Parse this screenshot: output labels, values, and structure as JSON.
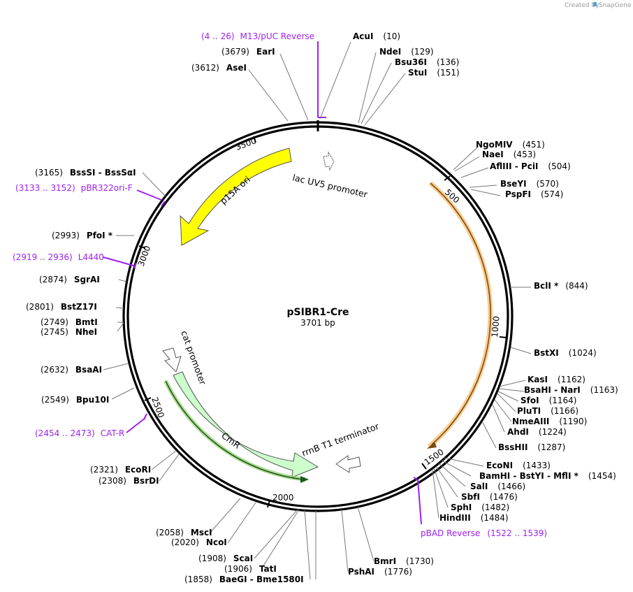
{
  "credit": {
    "prefix": "Created by",
    "brand": "SnapGene"
  },
  "plasmid": {
    "name": "pSIBR1-Cre",
    "length_label": "3701 bp"
  },
  "ticks": [
    "500",
    "1000",
    "1500",
    "2000",
    "2500",
    "3000",
    "3500"
  ],
  "features": {
    "p15a": "p15A ori",
    "lac_promoter": "lac UV5 promoter",
    "cat_promoter": "cat promoter",
    "cmr": "CmR",
    "rrnb": "rrnB T1 terminator"
  },
  "primers": [
    {
      "pos": "(4 .. 26)",
      "name": "M13/pUC Reverse"
    },
    {
      "pos": "(3133 .. 3152)",
      "name": "pBR322ori-F"
    },
    {
      "pos": "(2919 .. 2936)",
      "name": "L4440"
    },
    {
      "pos": "(2454 .. 2473)",
      "name": "CAT-R"
    },
    {
      "pos": "(1522 .. 1539)",
      "name": "pBAD Reverse"
    }
  ],
  "enzymes_right": [
    {
      "name": "AcuI",
      "pos": "(10)"
    },
    {
      "name": "NdeI",
      "pos": "(129)"
    },
    {
      "name": "Bsu36I",
      "pos": "(136)"
    },
    {
      "name": "StuI",
      "pos": "(151)"
    },
    {
      "name": "NgoMIV",
      "pos": "(451)"
    },
    {
      "name": "NaeI",
      "pos": "(453)"
    },
    {
      "name": "AflIII  - PciI",
      "pos": "(504)"
    },
    {
      "name": "BseYI",
      "pos": "(570)"
    },
    {
      "name": "PspFI",
      "pos": "(574)"
    },
    {
      "name": "BclI *",
      "pos": "(844)"
    },
    {
      "name": "BstXI",
      "pos": "(1024)"
    },
    {
      "name": "KasI",
      "pos": "(1162)"
    },
    {
      "name": "BsaHI  - NarI",
      "pos": "(1163)"
    },
    {
      "name": "SfoI",
      "pos": "(1164)"
    },
    {
      "name": "PluTI",
      "pos": "(1166)"
    },
    {
      "name": "NmeAIII",
      "pos": "(1190)"
    },
    {
      "name": "AhdI",
      "pos": "(1224)"
    },
    {
      "name": "BssHII",
      "pos": "(1287)"
    },
    {
      "name": "EcoNI",
      "pos": "(1433)"
    },
    {
      "name": "BamHI  - BstYI  - MflI *",
      "pos": "(1454)"
    },
    {
      "name": "SalI",
      "pos": "(1466)"
    },
    {
      "name": "SbfI",
      "pos": "(1476)"
    },
    {
      "name": "SphI",
      "pos": "(1482)"
    },
    {
      "name": "HindIII",
      "pos": "(1484)"
    },
    {
      "name": "BmrI",
      "pos": "(1730)"
    },
    {
      "name": "PshAI",
      "pos": "(1776)"
    }
  ],
  "enzymes_left": [
    {
      "pos": "(3679)",
      "name": "EarI"
    },
    {
      "pos": "(3612)",
      "name": "AseI"
    },
    {
      "pos": "(3165)",
      "name": "BssSI  - BssSαI"
    },
    {
      "pos": "(2993)",
      "name": "PfoI *"
    },
    {
      "pos": "(2874)",
      "name": "SgrAI"
    },
    {
      "pos": "(2801)",
      "name": "BstZ17I"
    },
    {
      "pos": "(2749)",
      "name": "BmtI"
    },
    {
      "pos": "(2745)",
      "name": "NheI"
    },
    {
      "pos": "(2632)",
      "name": "BsaAI"
    },
    {
      "pos": "(2549)",
      "name": "Bpu10I"
    },
    {
      "pos": "(2321)",
      "name": "EcoRI"
    },
    {
      "pos": "(2308)",
      "name": "BsrDI"
    },
    {
      "pos": "(2058)",
      "name": "MscI"
    },
    {
      "pos": "(2020)",
      "name": "NcoI"
    },
    {
      "pos": "(1908)",
      "name": "ScaI"
    },
    {
      "pos": "(1906)",
      "name": "TatI"
    },
    {
      "pos": "(1858)",
      "name": "BaeGI  - Bme1580I"
    }
  ],
  "colors": {
    "backbone": "#000000",
    "p15a": "#ffff00",
    "cmr": "#ccffcc",
    "cmr_outline": "#2a8a2a",
    "insert": "#f4a63b",
    "primer": "#a020f0",
    "leader": "#777777"
  }
}
